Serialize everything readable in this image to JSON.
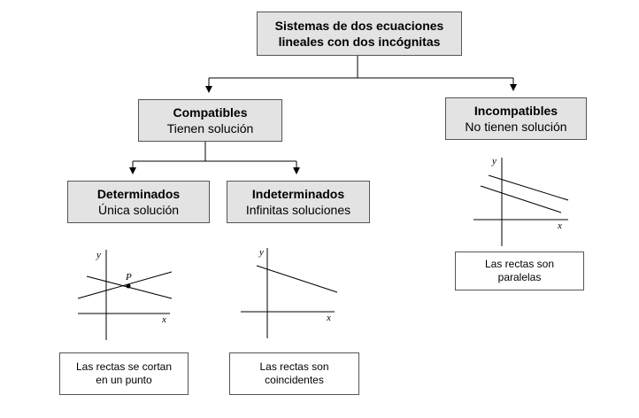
{
  "root": {
    "line1": "Sistemas de dos ecuaciones",
    "line2": "lineales con dos incógnitas"
  },
  "compatibles": {
    "title": "Compatibles",
    "subtitle": "Tienen solución"
  },
  "incompatibles": {
    "title": "Incompatibles",
    "subtitle": "No tienen solución"
  },
  "determinados": {
    "title": "Determinados",
    "subtitle": "Única solución"
  },
  "indeterminados": {
    "title": "Indeterminados",
    "subtitle": "Infinitas soluciones"
  },
  "captions": {
    "determinados": {
      "line1": "Las rectas se cortan",
      "line2": "en un punto"
    },
    "indeterminados": {
      "line1": "Las rectas son",
      "line2": "coincidentes"
    },
    "incompatibles": {
      "line1": "Las rectas son",
      "line2": "paralelas"
    }
  },
  "axis_labels": {
    "x": "x",
    "y": "y",
    "point": "P"
  }
}
